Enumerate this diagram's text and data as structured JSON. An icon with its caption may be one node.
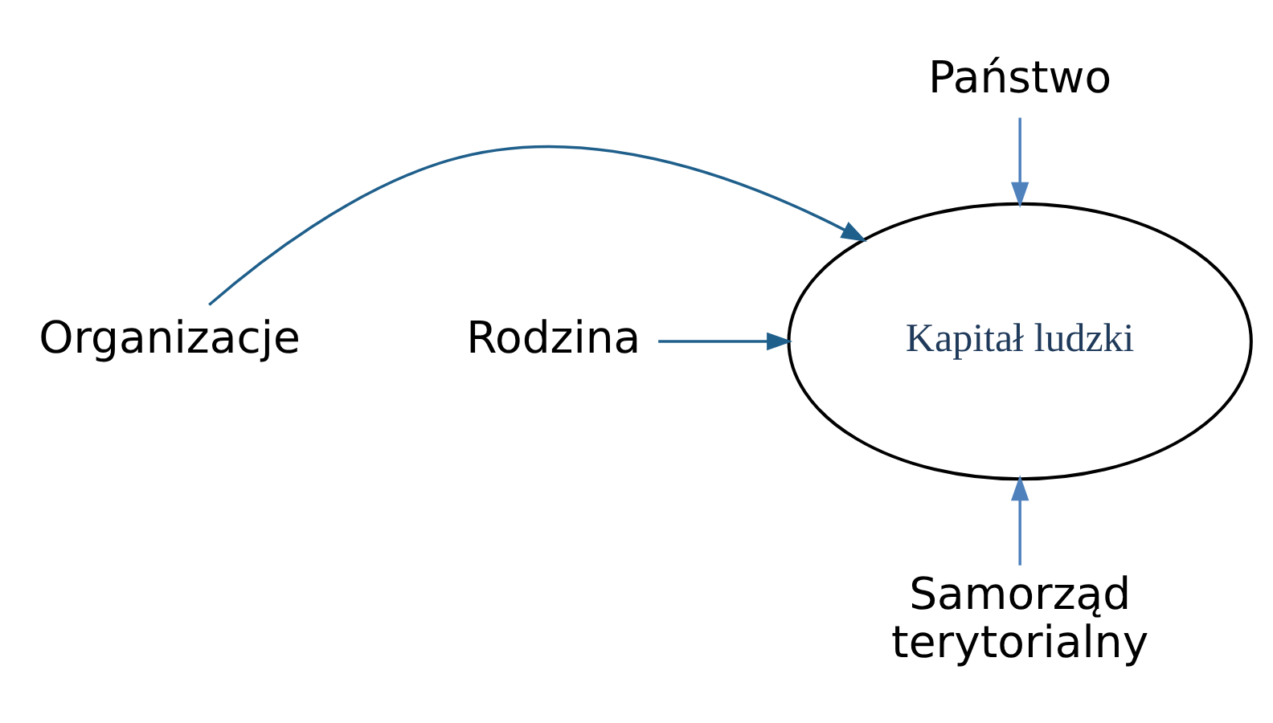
{
  "diagram": {
    "nodes": [
      {
        "text": [
          "Kapitał ludzki"
        ]
      },
      {
        "text": [
          "Państwo"
        ]
      },
      {
        "text": [
          "Organizacje"
        ]
      },
      {
        "text": [
          "Rodzina"
        ]
      },
      {
        "text": [
          "Samorząd terytorialny"
        ]
      }
    ],
    "edges": [
      {
        "from": 1,
        "to": 0,
        "arrow": "to",
        "color": "#4f81bd"
      },
      {
        "from": 2,
        "to": 0,
        "arrow": "to",
        "color": "#1f5f8b"
      },
      {
        "from": 3,
        "to": 0,
        "arrow": "to",
        "color": "#1f5f8b"
      },
      {
        "from": 4,
        "to": 0,
        "arrow": "to",
        "color": "#4f81bd"
      }
    ]
  }
}
